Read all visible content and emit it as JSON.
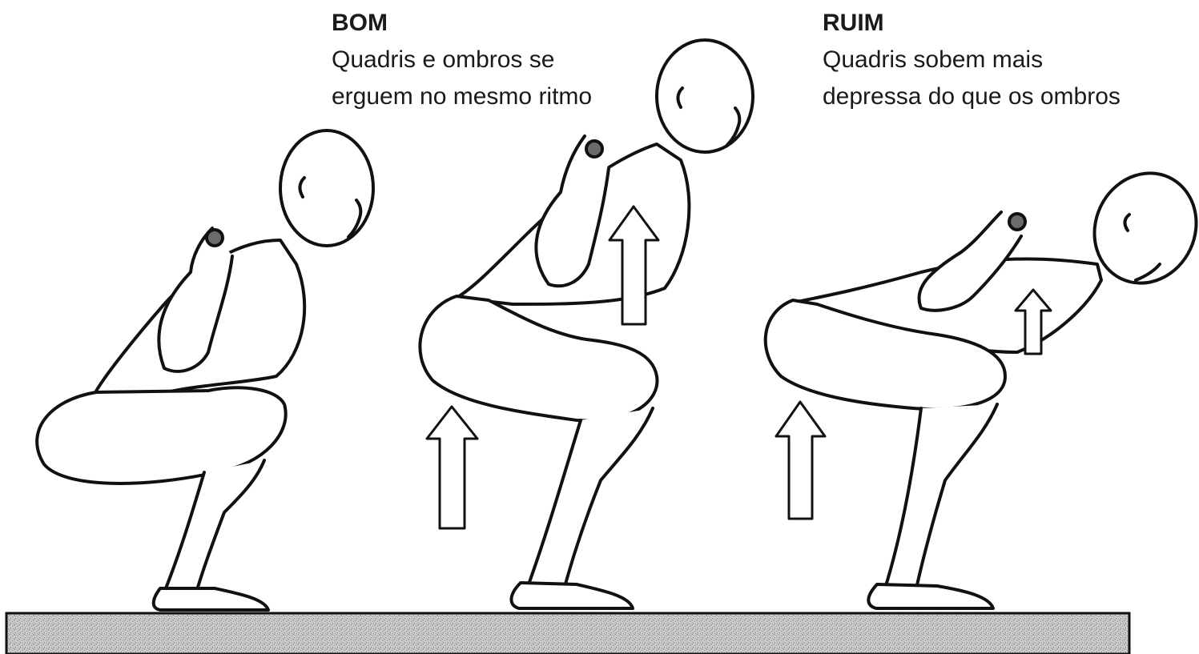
{
  "captions": {
    "good": {
      "heading": "BOM",
      "line1": "Quadris e ombros se",
      "line2": "erguem no mesmo ritmo"
    },
    "bad": {
      "heading": "RUIM",
      "line1": "Quadris sobem mais",
      "line2": "depressa do que os ombros"
    }
  },
  "colors": {
    "ink": "#111111",
    "paper": "#ffffff",
    "floor": "#bdbdbd",
    "accent_bar": "#6b6b6b"
  },
  "figures": [
    {
      "id": "squat-bottom",
      "label": ""
    },
    {
      "id": "squat-good-rise",
      "label": ""
    },
    {
      "id": "squat-bad-rise",
      "label": ""
    }
  ]
}
